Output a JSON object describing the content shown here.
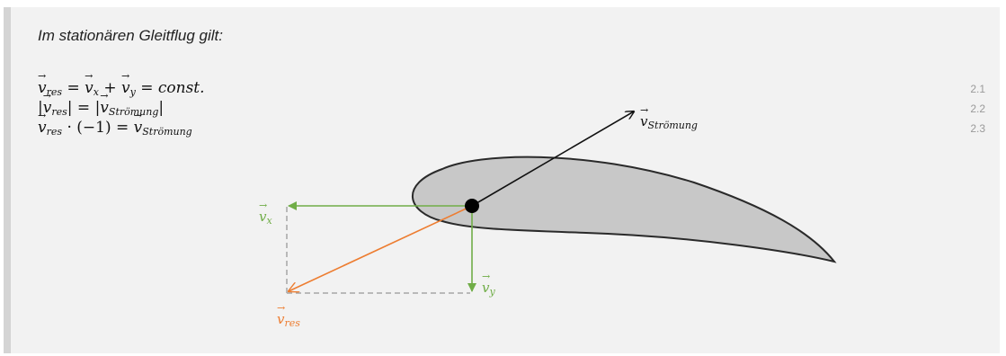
{
  "intro": "Im stationären Gleitflug gilt:",
  "equations": [
    {
      "number": "2.1"
    },
    {
      "number": "2.2"
    },
    {
      "number": "2.3"
    }
  ],
  "labels": {
    "res": "res",
    "x": "x",
    "y": "y",
    "stroemung": "Strömung",
    "const": "const.",
    "minus_one": "(−1)"
  },
  "colors": {
    "panel": "#f2f2f2",
    "panel_border": "#d4d4d4",
    "green": "#70ad47",
    "orange": "#ed7d31",
    "airfoil_fill": "#c8c8c8",
    "airfoil_stroke": "#2a2a2a",
    "dashed": "#a6a6a6"
  }
}
